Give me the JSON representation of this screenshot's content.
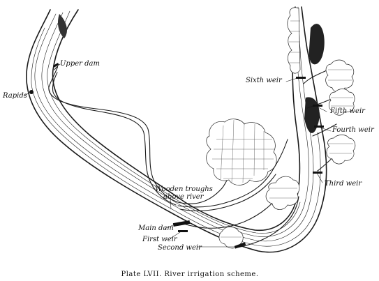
{
  "labels": {
    "upper_dam": "Upper dam",
    "rapids": "Rapids",
    "sixth_weir": "Sixth weir",
    "fifth_weir": "Fifth weir",
    "fourth_weir": "Fourth weir",
    "third_weir": "Third weir",
    "wooden_troughs_1": "Wooden troughs",
    "wooden_troughs_2": "above river",
    "main_dam": "Main dam",
    "first_weir": "First weir",
    "second_weir": "Second weir"
  },
  "caption": "Plate LVII. River irrigation scheme."
}
